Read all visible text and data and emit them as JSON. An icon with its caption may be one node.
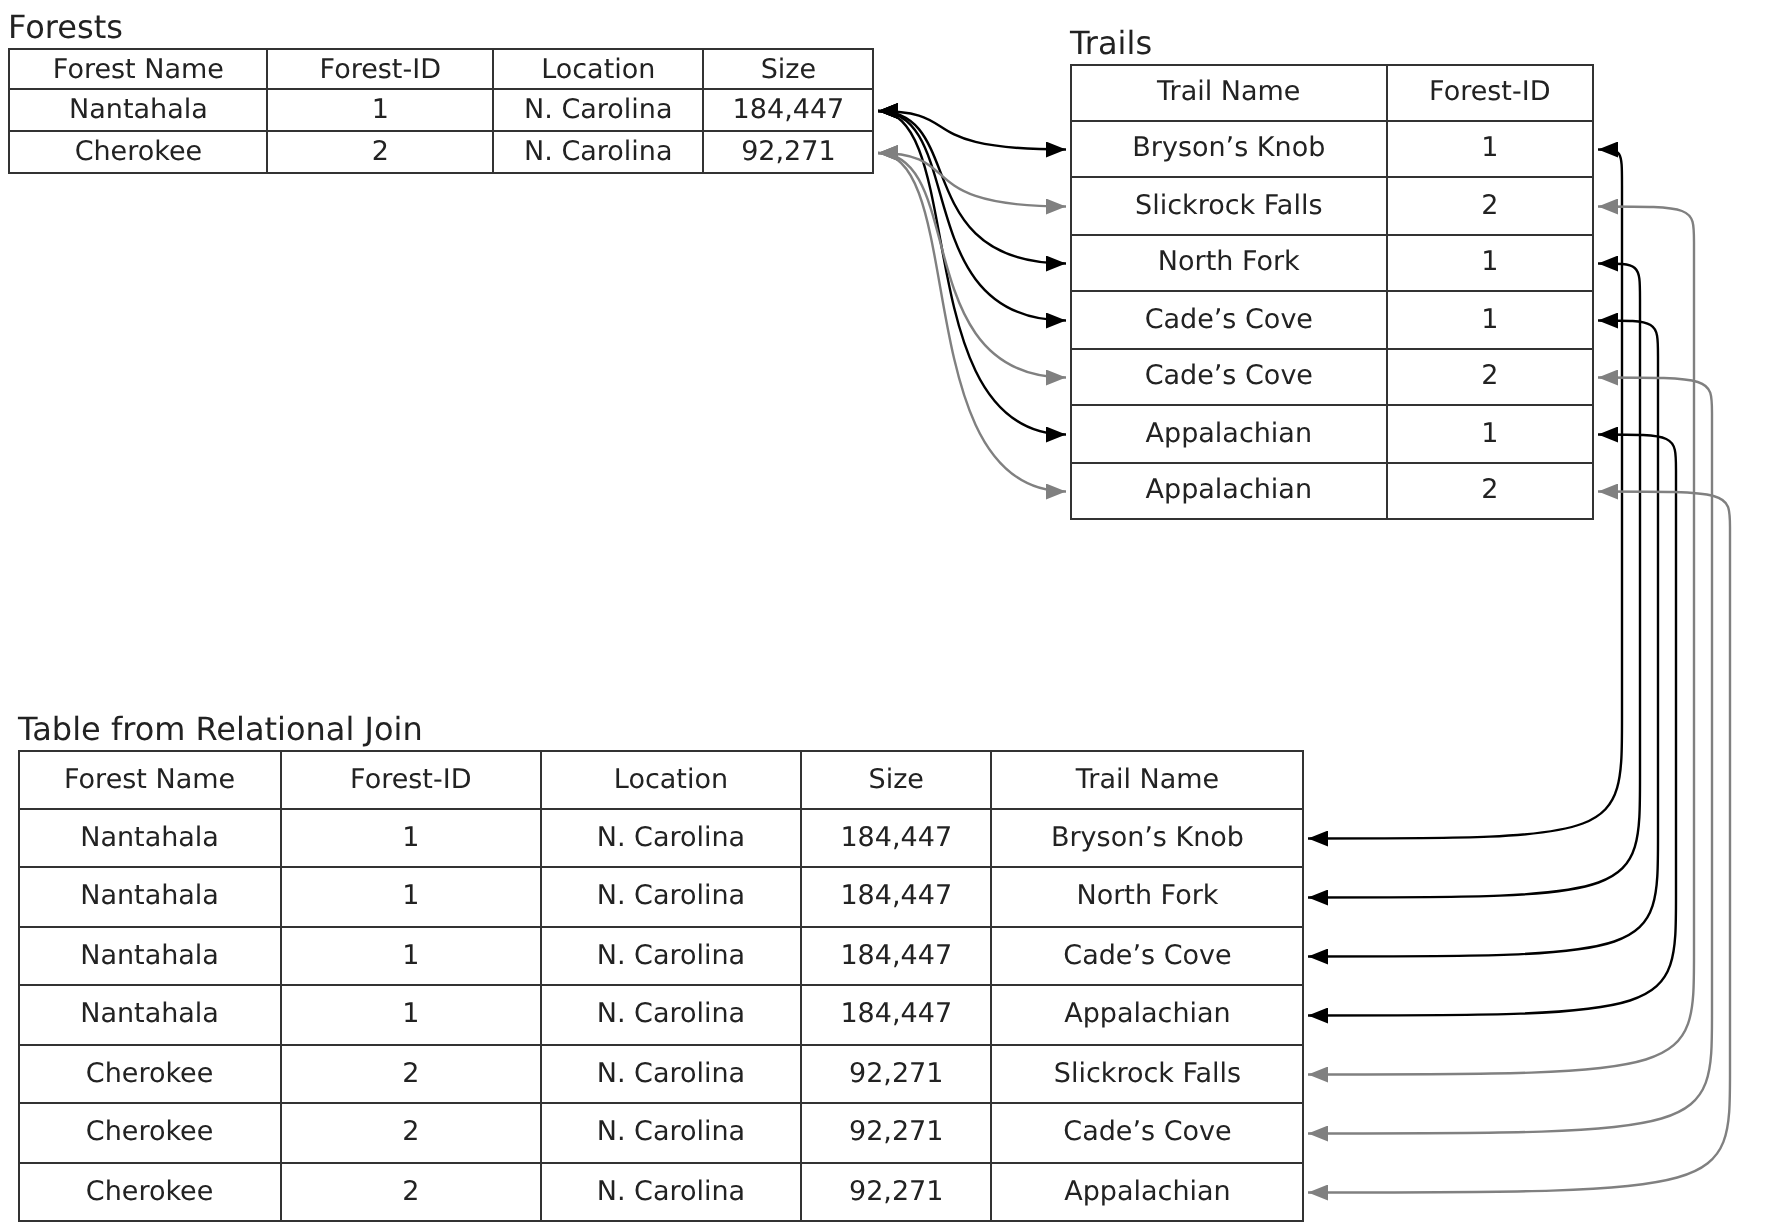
{
  "diagram": {
    "nodes": [
      {
        "text": [
          "Forests"
        ]
      },
      {
        "text": [
          "Forest Name",
          "Forest-ID",
          "Location",
          "Size"
        ],
        "in": 0
      },
      {
        "text": [
          "Nantahala",
          "1",
          "N. Carolina",
          "184,447"
        ],
        "in": 0
      },
      {
        "text": [
          "Cherokee",
          "2",
          "N. Carolina",
          "92,271"
        ],
        "in": 0
      },
      {
        "text": [
          "Trails"
        ]
      },
      {
        "text": [
          "Trail Name",
          "Forest-ID"
        ],
        "in": 4
      },
      {
        "text": [
          "Bryson’s Knob",
          "1"
        ],
        "in": 4
      },
      {
        "text": [
          "Slickrock Falls",
          "2"
        ],
        "in": 4
      },
      {
        "text": [
          "North Fork",
          "1"
        ],
        "in": 4
      },
      {
        "text": [
          "Cade’s Cove",
          "1"
        ],
        "in": 4
      },
      {
        "text": [
          "Cade’s Cove",
          "2"
        ],
        "in": 4
      },
      {
        "text": [
          "Appalachian",
          "1"
        ],
        "in": 4
      },
      {
        "text": [
          "Appalachian",
          "2"
        ],
        "in": 4
      },
      {
        "text": [
          "Table from Relational Join"
        ]
      },
      {
        "text": [
          "Forest Name",
          "Forest-ID",
          "Location",
          "Size",
          "Trail Name"
        ],
        "in": 13
      },
      {
        "text": [
          "Nantahala",
          "1",
          "N. Carolina",
          "184,447",
          "Bryson’s Knob"
        ],
        "in": 13
      },
      {
        "text": [
          "Nantahala",
          "1",
          "N. Carolina",
          "184,447",
          "North Fork"
        ],
        "in": 13
      },
      {
        "text": [
          "Nantahala",
          "1",
          "N. Carolina",
          "184,447",
          "Cade’s Cove"
        ],
        "in": 13
      },
      {
        "text": [
          "Nantahala",
          "1",
          "N. Carolina",
          "184,447",
          "Appalachian"
        ],
        "in": 13
      },
      {
        "text": [
          "Cherokee",
          "2",
          "N. Carolina",
          "92,271",
          "Slickrock Falls"
        ],
        "in": 13
      },
      {
        "text": [
          "Cherokee",
          "2",
          "N. Carolina",
          "92,271",
          "Cade’s Cove"
        ],
        "in": 13
      },
      {
        "text": [
          "Cherokee",
          "2",
          "N. Carolina",
          "92,271",
          "Appalachian"
        ],
        "in": 13
      }
    ],
    "edges": [
      {
        "from": 2,
        "to": 6,
        "arrow": "both"
      },
      {
        "from": 2,
        "to": 8,
        "arrow": "both"
      },
      {
        "from": 2,
        "to": 9,
        "arrow": "both"
      },
      {
        "from": 2,
        "to": 11,
        "arrow": "both"
      },
      {
        "from": 3,
        "to": 7,
        "arrow": "both",
        "color": "#808080"
      },
      {
        "from": 3,
        "to": 10,
        "arrow": "both",
        "color": "#808080"
      },
      {
        "from": 3,
        "to": 12,
        "arrow": "both",
        "color": "#808080"
      },
      {
        "from": 6,
        "to": 15,
        "arrow": "both"
      },
      {
        "from": 8,
        "to": 16,
        "arrow": "both"
      },
      {
        "from": 9,
        "to": 17,
        "arrow": "both"
      },
      {
        "from": 11,
        "to": 18,
        "arrow": "both"
      },
      {
        "from": 7,
        "to": 19,
        "arrow": "both",
        "color": "#808080"
      },
      {
        "from": 10,
        "to": 20,
        "arrow": "both",
        "color": "#808080"
      },
      {
        "from": 12,
        "to": 21,
        "arrow": "both",
        "color": "#808080"
      }
    ]
  }
}
